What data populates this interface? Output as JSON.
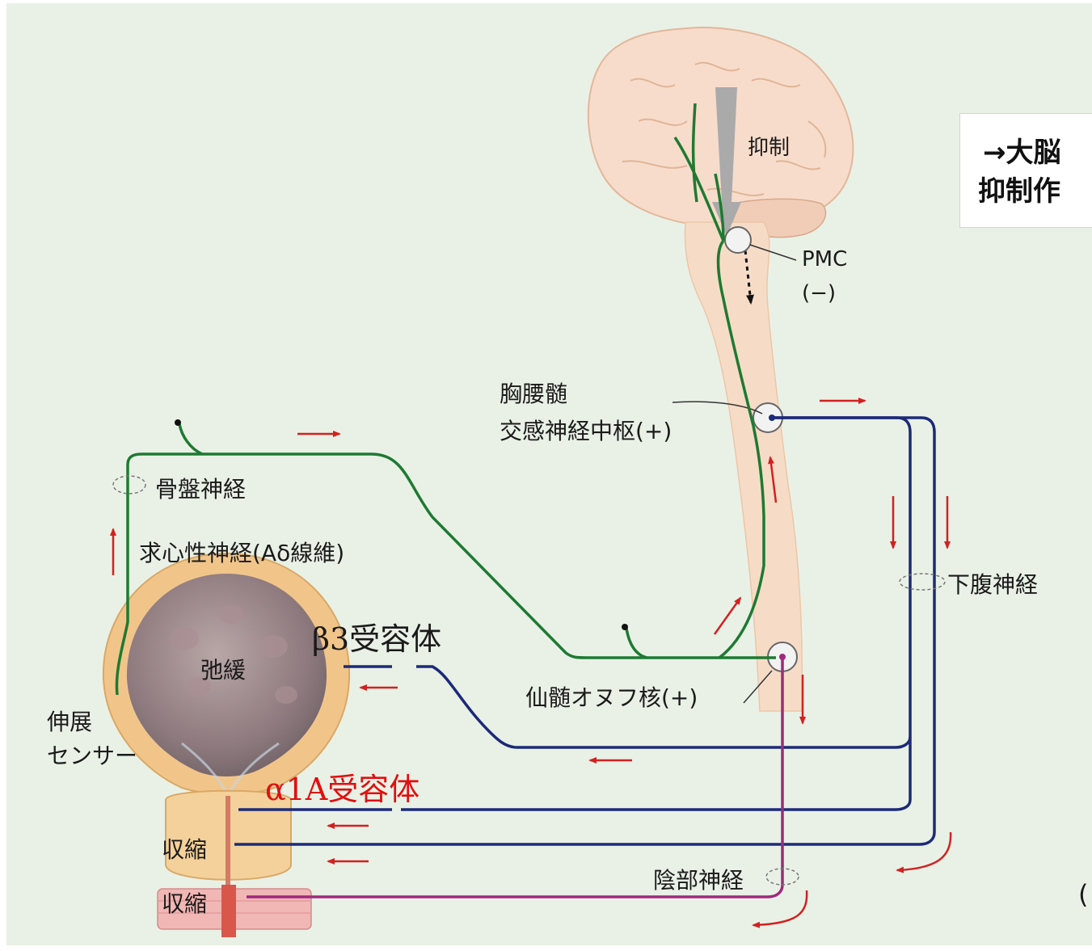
{
  "labels": {
    "inhibition": "抑制",
    "pmc": "PMC",
    "pmc_sign": "(−)",
    "thoracolumbar_line1": "胸腰髄",
    "thoracolumbar_line2": "交感神経中枢(+)",
    "pelvic_nerve": "骨盤神経",
    "afferent_nerve": "求心性神経(Aδ線維)",
    "relaxed": "弛緩",
    "stretch_sensor_line1": "伸展",
    "stretch_sensor_line2": "センサー",
    "beta3_receptor": "β3受容体",
    "alpha1a_receptor": "α1A受容体",
    "contraction_1": "収縮",
    "contraction_2": "収縮",
    "hypogastric_nerve": "下腹神経",
    "onuf_nucleus": "仙髄オヌフ核(+)",
    "pudendal_nerve": "陰部神経"
  },
  "callout": {
    "line1": "→大脳",
    "line2": "抑制作"
  },
  "edge_text": {
    "paren": "("
  },
  "colors": {
    "background": "#e9f1e6",
    "spinal_cord": "#f6dcc6",
    "brain": "#f7dccb",
    "bladder_wall": "#f1c58a",
    "bladder_lumen": "#9a8487",
    "afferent_nerve": "#1e7a32",
    "sympathetic_nerve": "#1c2a78",
    "pudendal_nerve": "#a0287e",
    "flow_arrow": "#d42020",
    "inhibition_arrow": "#aaaaaa",
    "alpha_label": "#e01010"
  }
}
